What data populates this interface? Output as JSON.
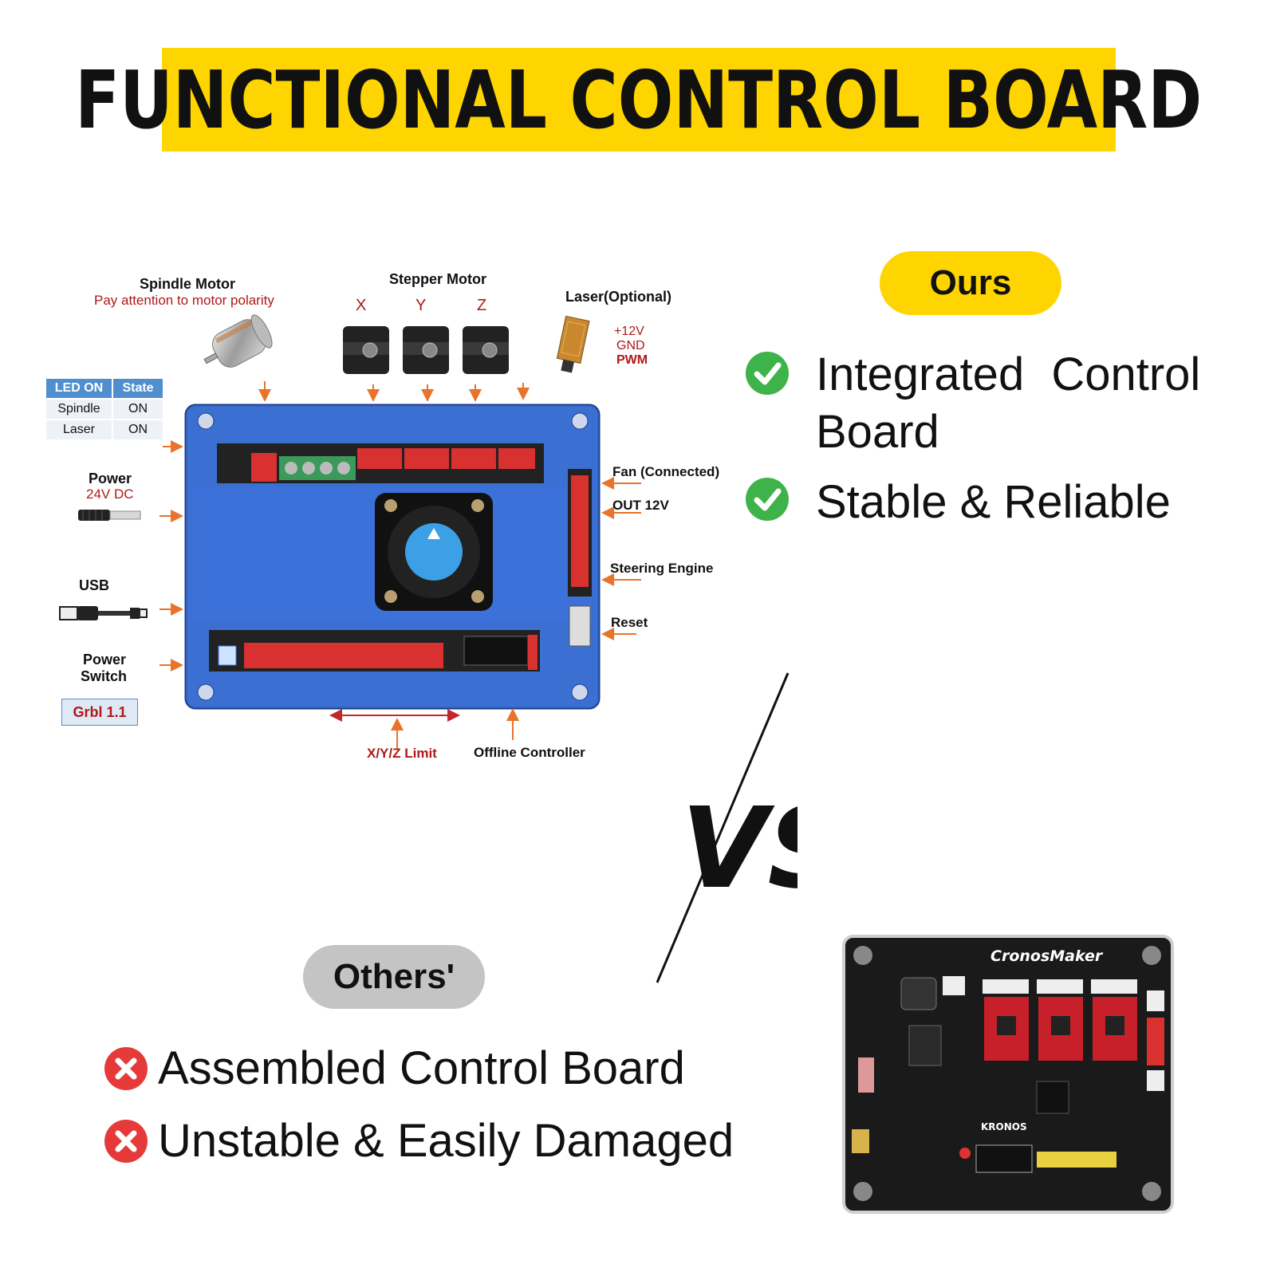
{
  "header": {
    "title": "FUNCTIONAL CONTROL BOARD"
  },
  "colors": {
    "accent_yellow": "#fed500",
    "ours_check": "#3db34a",
    "others_x": "#e63a3a",
    "board_blue": "#2f62c2"
  },
  "diagram": {
    "spindle_motor": {
      "title": "Spindle Motor",
      "note": "Pay attention to motor polarity"
    },
    "stepper_motor": {
      "title": "Stepper Motor",
      "axes": [
        "X",
        "Y",
        "Z"
      ]
    },
    "laser": {
      "title": "Laser(Optional)",
      "pins": [
        "+12V",
        "GND",
        "PWM"
      ]
    },
    "led_table": {
      "headers": [
        "LED ON",
        "State"
      ],
      "rows": [
        [
          "Spindle",
          "ON"
        ],
        [
          "Laser",
          "ON"
        ]
      ]
    },
    "power": {
      "title": "Power",
      "voltage": "24V DC"
    },
    "usb": {
      "title": "USB"
    },
    "power_switch": {
      "title_line1": "Power",
      "title_line2": "Switch"
    },
    "firmware": "Grbl 1.1",
    "right_labels": [
      "Fan  (Connected)",
      "OUT 12V",
      "Steering Engine",
      "Reset"
    ],
    "bottom_labels": {
      "limit": "X/Y/Z Limit",
      "offline": "Offline Controller"
    }
  },
  "ours": {
    "label": "Ours",
    "features": [
      "Integrated  Control Board",
      "Stable & Reliable"
    ]
  },
  "vs": {
    "text": "VS"
  },
  "others": {
    "label": "Others'",
    "features": [
      "Assembled Control Board",
      "Unstable & Easily Damaged"
    ],
    "board_brand": "CronosMaker",
    "board_brand2": "KRONOS"
  }
}
